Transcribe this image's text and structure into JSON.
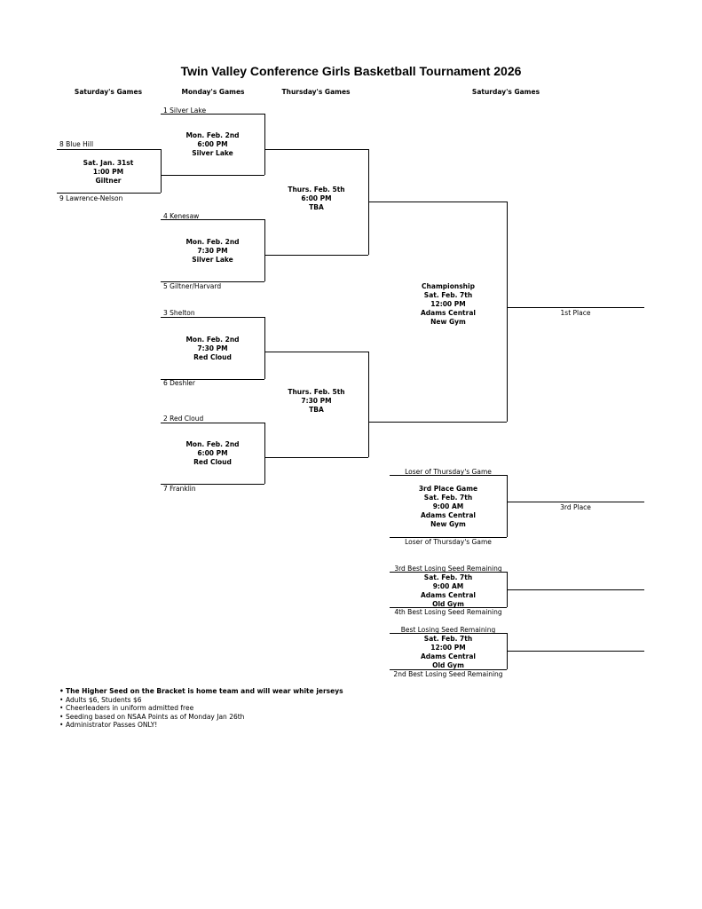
{
  "title": "Twin Valley Conference Girls Basketball Tournament 2026",
  "headers": {
    "col1": "Saturday's Games",
    "col2": "Monday's Games",
    "col3": "Thursday's Games",
    "col4": "Saturday's Games"
  },
  "teams": {
    "silver_lake": "1 Silver Lake",
    "blue_hill": "8 Blue Hill",
    "lawrence_nelson": "9 Lawrence-Nelson",
    "kenesaw": "4 Kenesaw",
    "giltner_harvard": "5 Giltner/Harvard",
    "shelton": "3 Shelton",
    "deshler": "6 Deshler",
    "red_cloud": "2 Red Cloud",
    "franklin": "7 Franklin"
  },
  "games": {
    "sat_play_in": [
      "Sat. Jan. 31st",
      "1:00 PM",
      "Giltner"
    ],
    "mon_1": [
      "Mon. Feb. 2nd",
      "6:00 PM",
      "Silver Lake"
    ],
    "mon_2": [
      "Mon. Feb. 2nd",
      "7:30 PM",
      "Silver Lake"
    ],
    "mon_3": [
      "Mon. Feb. 2nd",
      "7:30 PM",
      "Red Cloud"
    ],
    "mon_4": [
      "Mon. Feb. 2nd",
      "6:00 PM",
      "Red Cloud"
    ],
    "thu_1": [
      "Thurs. Feb. 5th",
      "6:00 PM",
      "TBA"
    ],
    "thu_2": [
      "Thurs. Feb. 5th",
      "7:30 PM",
      "TBA"
    ],
    "championship": [
      "Championship",
      "Sat. Feb. 7th",
      "12:00 PM",
      "Adams Central",
      "New Gym"
    ],
    "third_place": [
      "3rd Place Game",
      "Sat. Feb. 7th",
      "9:00 AM",
      "Adams Central",
      "New Gym"
    ],
    "consolation_1": [
      "Sat. Feb. 7th",
      "9:00 AM",
      "Adams Central",
      "Old Gym"
    ],
    "consolation_2": [
      "Sat. Feb. 7th",
      "12:00 PM",
      "Adams Central",
      "Old Gym"
    ]
  },
  "slots": {
    "loser_thu_top": "Loser of Thursday's Game",
    "loser_thu_bottom": "Loser of Thursday's Game",
    "third_best_losing": "3rd Best Losing Seed Remaining",
    "fourth_best_losing": "4th Best Losing Seed Remaining",
    "best_losing": "Best Losing Seed Remaining",
    "second_best_losing": "2nd Best Losing Seed Remaining"
  },
  "results": {
    "first_place": "1st Place",
    "third_place": "3rd Place"
  },
  "notes": [
    "The Higher Seed on the Bracket is home team and will wear white jerseys",
    "Adults $6, Students $6",
    "Cheerleaders in uniform admitted free",
    "Seeding based on NSAA Points as of Monday Jan 26th",
    "Administrator Passes ONLY!"
  ]
}
